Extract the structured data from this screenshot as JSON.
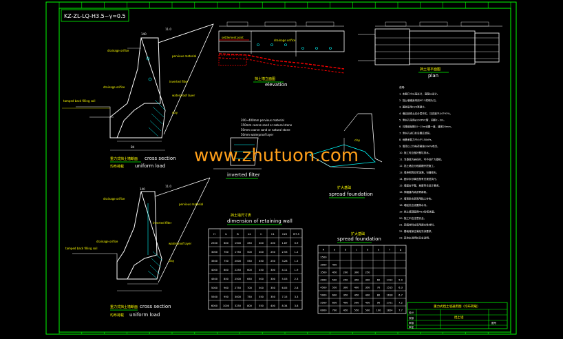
{
  "drawing_code": "KZ-ZL-LQ-H3.5~γ=0.5",
  "watermark": "www.zhutuon.com",
  "views": {
    "cross_section_top": {
      "cn": "重力式挡土墙断面",
      "en": "cross section",
      "sub_cn": "均布荷载",
      "sub_en": "uniform load"
    },
    "cross_section_bottom": {
      "cn": "重力式挡土墙断面",
      "en": "cross section",
      "sub_cn": "均布荷载",
      "sub_en": "uniform load"
    },
    "elevation": {
      "cn": "挡土墙立面图",
      "en": "elevation"
    },
    "plan": {
      "cn": "挡土墙平面图",
      "en": "plan"
    },
    "inverted_filter": {
      "en": "inverted filter"
    },
    "spread_foundation": {
      "cn": "扩大基础",
      "en": "spread foundation"
    }
  },
  "labels": {
    "drainage_orifice": "drainage orifice",
    "pervious_material": "pervious material",
    "inverted_filter": "inverted filter",
    "tamped_backfill": "tamped back filling soil",
    "waterproof_layer": "waterproof layer",
    "clay": "clay",
    "settlement_joint": "settlement joint",
    "coarse_sand": "coarse sand or natural stone",
    "mm_b": "140",
    "mm_h": "11.0",
    "dim_b": "B4",
    "dim_h1": "1:0.5"
  },
  "filter_notes": [
    "200~400mm pervious material",
    "150mm coarse sand or natural stone",
    "50mm coarse sand or natural stone",
    "50mm waterproof layer"
  ],
  "table_dimension": {
    "title_cn": "挡土墙尺寸表",
    "title_en": "dimension of retaining wall",
    "headers": [
      "H",
      "b",
      "B",
      "b1",
      "h",
      "h1",
      "C20",
      "M7.5"
    ],
    "rows": [
      [
        "2500",
        "600",
        "1500",
        "450",
        "400",
        "200",
        "1.87",
        "0.9"
      ],
      [
        "3000",
        "700",
        "1750",
        "500",
        "400",
        "250",
        "2.53",
        "1.2"
      ],
      [
        "3500",
        "750",
        "2000",
        "550",
        "450",
        "250",
        "3.28",
        "1.5"
      ],
      [
        "4000",
        "800",
        "2250",
        "600",
        "450",
        "300",
        "4.11",
        "1.9"
      ],
      [
        "4500",
        "850",
        "2500",
        "650",
        "500",
        "300",
        "5.03",
        "2.3"
      ],
      [
        "5000",
        "900",
        "2750",
        "700",
        "500",
        "350",
        "6.05",
        "2.8"
      ],
      [
        "5500",
        "950",
        "3000",
        "750",
        "550",
        "350",
        "7.15",
        "3.3"
      ],
      [
        "6000",
        "1000",
        "3250",
        "800",
        "550",
        "400",
        "8.34",
        "3.8"
      ]
    ]
  },
  "table_spread": {
    "title_cn": "扩大基础",
    "title_en": "spread foundation",
    "headers": [
      "H",
      "a",
      "b",
      "c",
      "d",
      "e",
      "f",
      "g"
    ],
    "rows": [
      [
        "2500",
        "",
        "",
        "",
        "",
        "",
        "",
        ""
      ],
      [
        "3000",
        "400",
        "",
        "",
        "",
        "",
        "",
        ""
      ],
      [
        "3500",
        "450",
        "200",
        "300",
        "250",
        "",
        "",
        ""
      ],
      [
        "4000",
        "500",
        "250",
        "350",
        "300",
        "60",
        "1412",
        "5.9"
      ],
      [
        "4500",
        "550",
        "300",
        "400",
        "350",
        "70",
        "1515",
        "6.3"
      ],
      [
        "5000",
        "600",
        "350",
        "450",
        "400",
        "80",
        "1618",
        "6.7"
      ],
      [
        "5500",
        "650",
        "400",
        "500",
        "450",
        "90",
        "1721",
        "7.2"
      ],
      [
        "6000",
        "700",
        "450",
        "550",
        "500",
        "100",
        "1824",
        "7.7"
      ]
    ]
  },
  "notes": [
    "说明:",
    "1. 本图尺寸以毫米计，高程以米计。",
    "2. 挡土墙墙身采用M7.5浆砌片石。",
    "3. 基础采用C20混凝土。",
    "4. 墙后回填土应分层夯实，压实度不小于93%。",
    "5. 泄水孔采用φ100PVC管，间距2~3m。",
    "6. 沉降缝每隔10~15m设置一道，缝宽20mm。",
    "7. 泄水孔进口处设置反滤层。",
    "8. 地基承载力不小于150kPa。",
    "9. 墙顶以上均布荷载按10kPa考虑。",
    "10. 施工时应做好基坑排水。",
    "11. 当基底为岩石时，可不设扩大基础。",
    "12. 挡土墙应分段跳槽开挖施工。",
    "13. 墙身砌筑砂浆饱满，勾缝密实。",
    "14. 图中未尽事宜按有关规范执行。",
    "15. 墙面应平整，坡度符合设计要求。",
    "16. 伸缩缝内填沥青麻絮。",
    "17. 墙背防水层采用粘土夯实。",
    "18. 墙趾处应设置排水沟。",
    "19. 挡土墙顶面用M10砂浆抹面。",
    "20. 施工中应注意安全。",
    "21. 回填材料应采用透水性材料。",
    "22. 基础埋深应满足冻深要求。",
    "23. 其余未说明处见总说明。"
  ],
  "title_block": {
    "project": "重力式挡土墙通用图（均布荷载）",
    "sheet_title": "挡土墙",
    "rows": [
      "设计",
      "校核",
      "审核",
      "审定"
    ],
    "sheet_no": "图号"
  },
  "colors": {
    "border": "#00ff00",
    "wall": "#ffffff",
    "label": "#ffff00",
    "cyan": "#00ffff",
    "red": "#ff0000",
    "watermark": "#ff9f1a",
    "underline": "#00c000"
  }
}
